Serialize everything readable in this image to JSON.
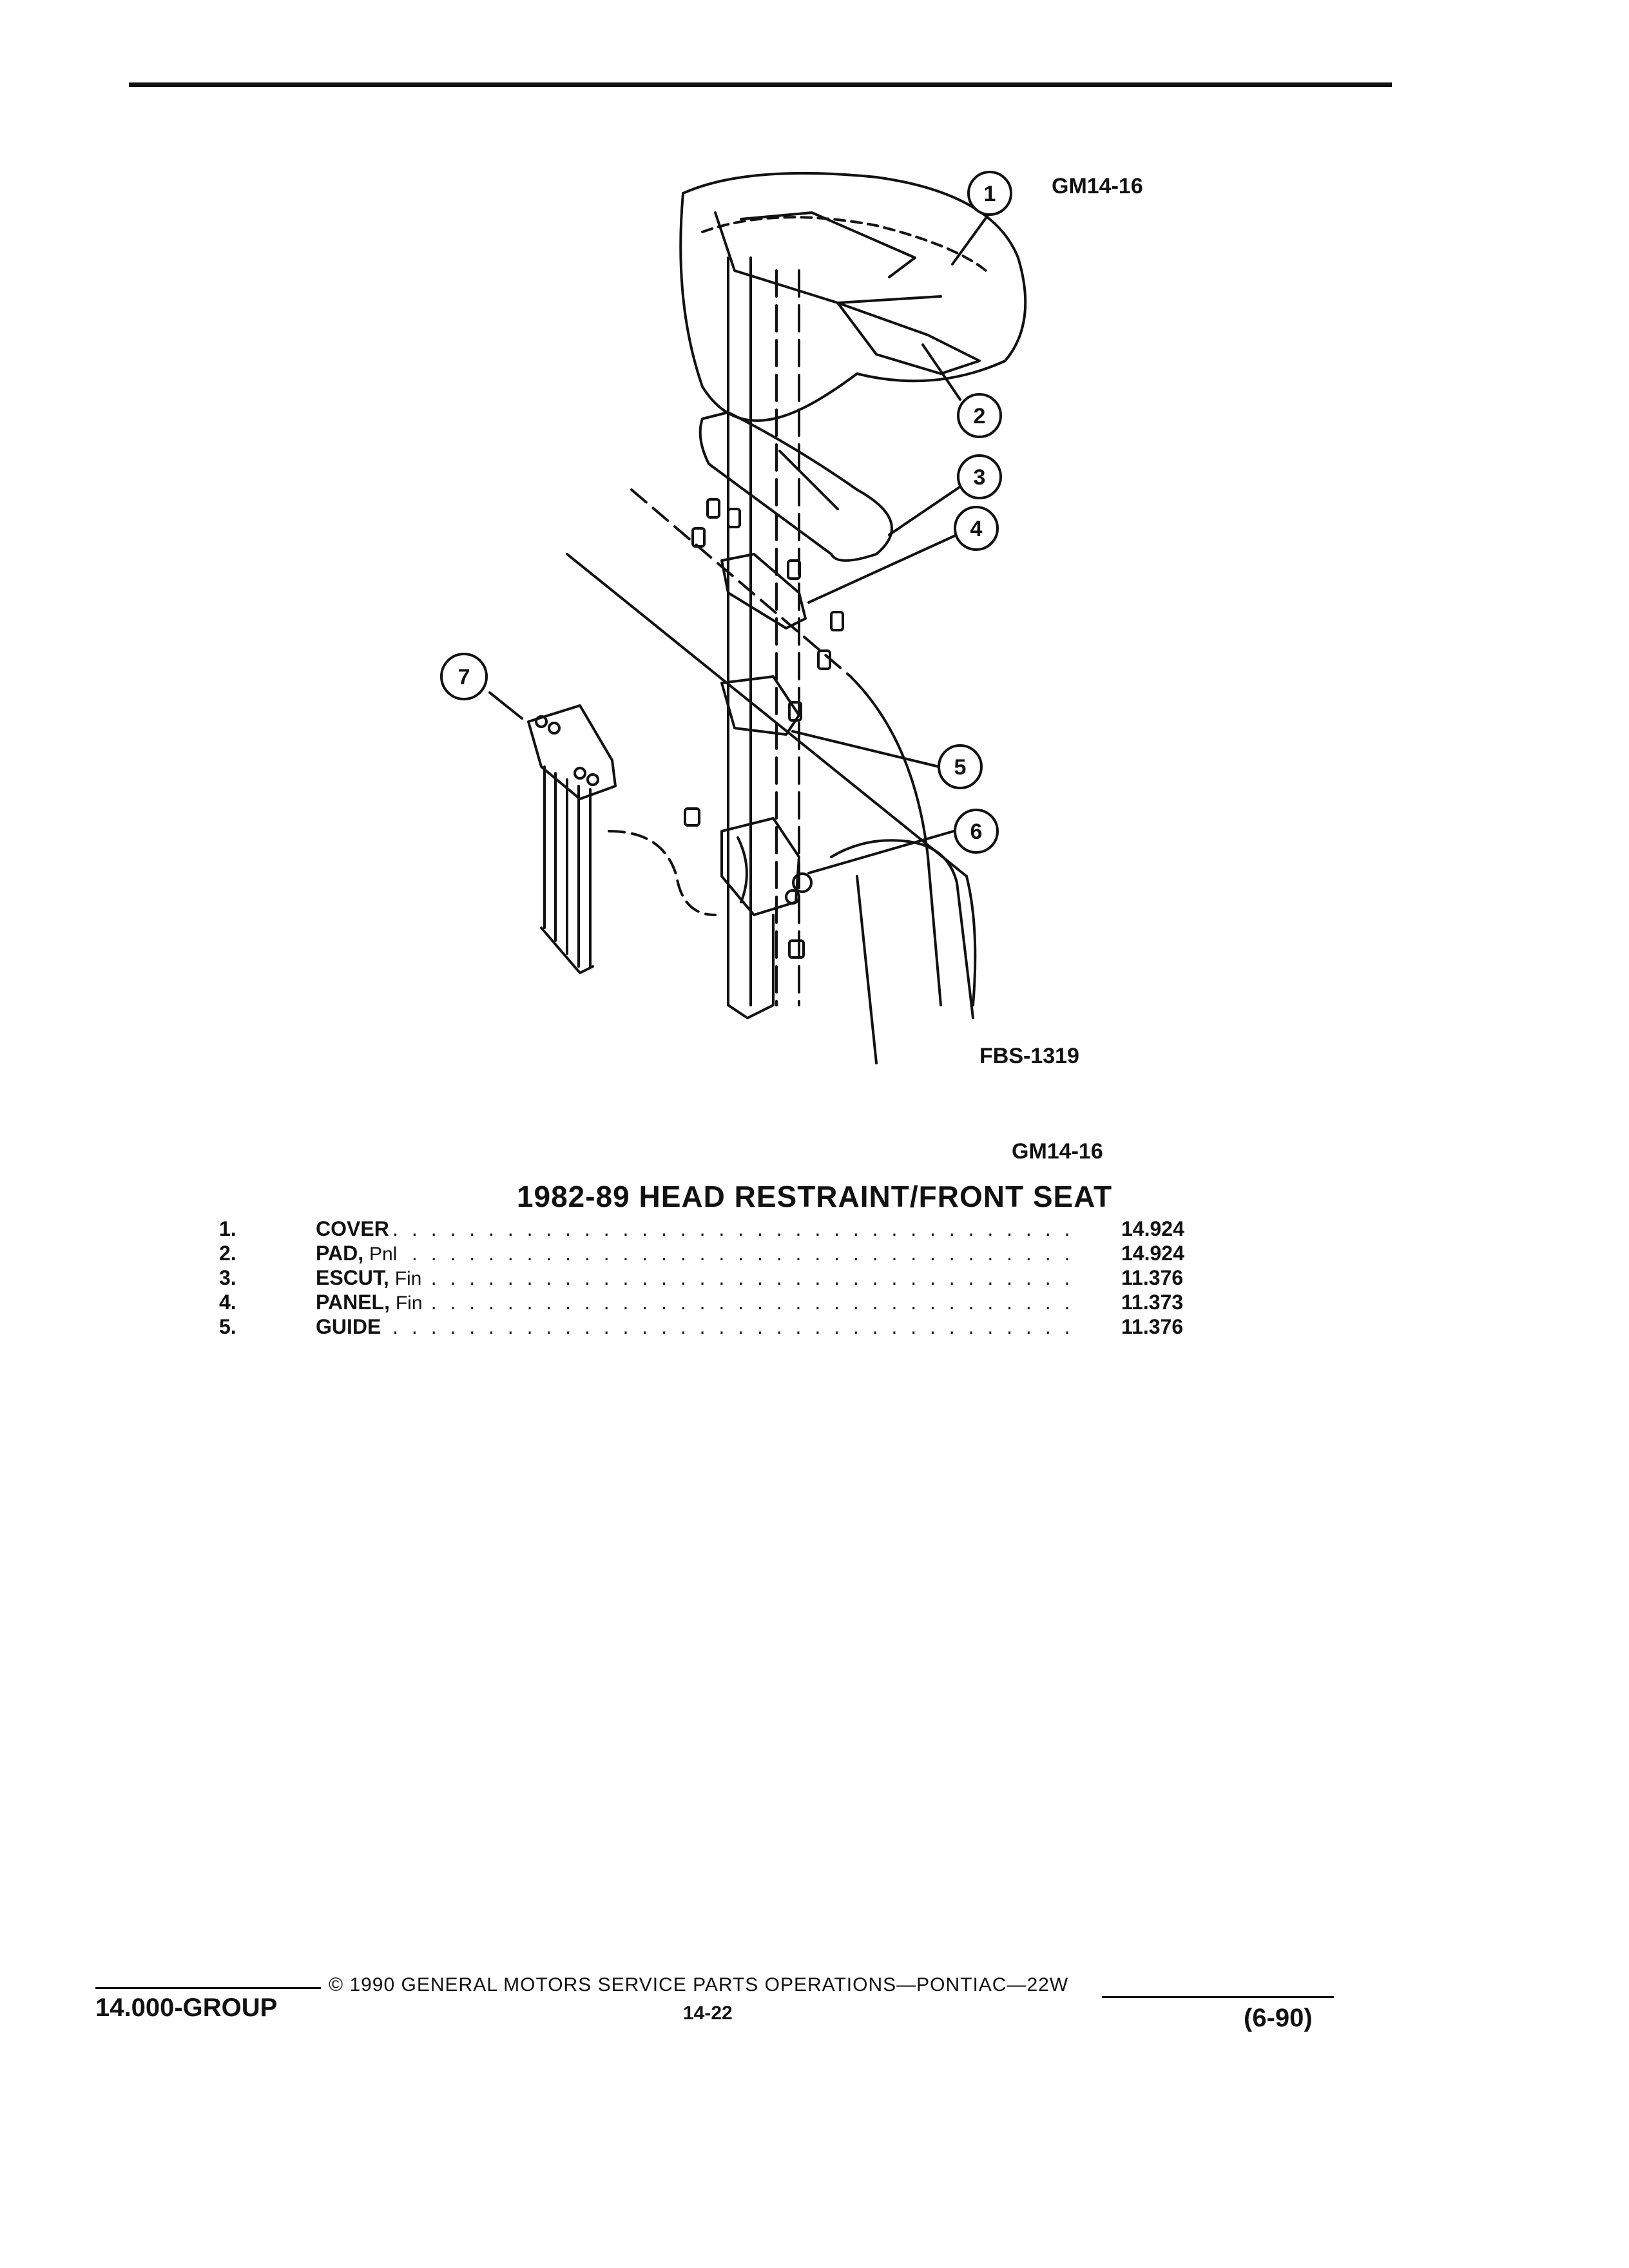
{
  "header": {
    "figure_code": "GM14-16"
  },
  "diagram": {
    "callouts": [
      "1",
      "2",
      "3",
      "4",
      "5",
      "6",
      "7"
    ],
    "figure_id": "FBS-1319"
  },
  "caption_code": "GM14-16",
  "title": "1982-89 HEAD RESTRAINT/FRONT SEAT",
  "parts": [
    {
      "num": "1.",
      "name": "COVER",
      "sub": "",
      "value": "14.924"
    },
    {
      "num": "2.",
      "name": "PAD,",
      "sub": "Pnl",
      "value": "14.924"
    },
    {
      "num": "3.",
      "name": "ESCUT,",
      "sub": "Fin",
      "value": "11.376"
    },
    {
      "num": "4.",
      "name": "PANEL,",
      "sub": "Fin",
      "value": "11.373"
    },
    {
      "num": "5.",
      "name": "GUIDE",
      "sub": "",
      "value": "11.376"
    }
  ],
  "footer": {
    "group": "14.000-GROUP",
    "copyright": "© 1990 GENERAL MOTORS SERVICE PARTS OPERATIONS—PONTIAC—22W",
    "page": "14-22",
    "date": "(6-90)"
  }
}
